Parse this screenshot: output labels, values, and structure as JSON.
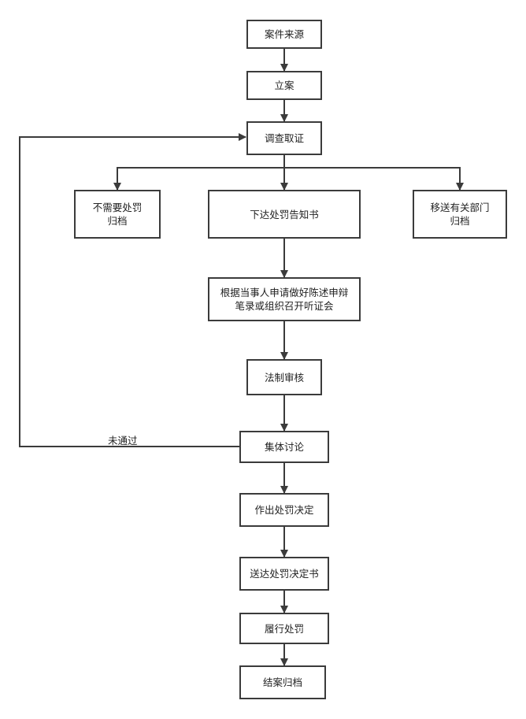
{
  "nodes": {
    "source": "案件来源",
    "filing": "立案",
    "investigate": "调查取证",
    "no_penalty": [
      "不需要处罚",
      "归档"
    ],
    "notice": "下达处罚告知书",
    "transfer": [
      "移送有关部门",
      "归档"
    ],
    "hearing": [
      "根据当事人申请做好陈述申辩",
      "笔录或组织召开听证会"
    ],
    "legal_review": "法制审核",
    "collective": "集体讨论",
    "decision": "作出处罚决定",
    "deliver": "送达处罚决定书",
    "execute": "履行处罚",
    "close": "结案归档"
  },
  "edge_labels": {
    "rejected": "未通过"
  },
  "colors": {
    "line": "#3b3b3b",
    "box_border": "#3b3b3b",
    "text": "#222222",
    "background": "#ffffff"
  }
}
